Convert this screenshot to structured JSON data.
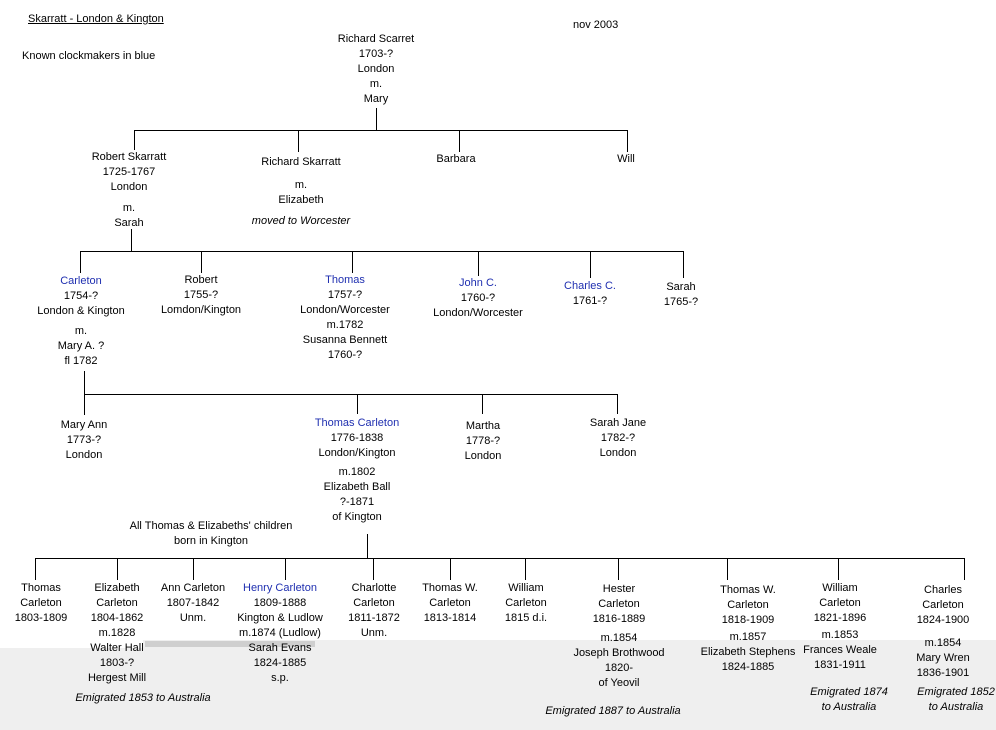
{
  "header": {
    "title": "Skarratt - London & Kington",
    "date": "nov 2003",
    "legend": "Known clockmakers in blue"
  },
  "gen1": {
    "root": {
      "name": "Richard Scarret",
      "dates": "1703-?",
      "place": "London",
      "m": "m.",
      "spouse": "Mary"
    }
  },
  "gen2": {
    "robert": {
      "name": "Robert Skarratt",
      "dates": "1725-1767",
      "place": "London",
      "m": "m.",
      "spouse": "Sarah"
    },
    "richard": {
      "name": "Richard Skarratt",
      "m": "m.",
      "spouse": "Elizabeth",
      "note": "moved to Worcester"
    },
    "barbara": {
      "name": "Barbara"
    },
    "will": {
      "name": "Will"
    }
  },
  "gen3": {
    "carleton": {
      "name": "Carleton",
      "dates": "1754-?",
      "place": "London & Kington",
      "m": "m.",
      "spouse": "Mary A. ?",
      "fl": "fl 1782"
    },
    "robert": {
      "name": "Robert",
      "dates": "1755-?",
      "place": "Lomdon/Kington"
    },
    "thomas": {
      "name": "Thomas",
      "dates": "1757-?",
      "place": "London/Worcester",
      "m": "m.1782",
      "spouse": "Susanna Bennett",
      "spouse_dates": "1760-?"
    },
    "john": {
      "name": "John C.",
      "dates": "1760-?",
      "place": "London/Worcester"
    },
    "charles": {
      "name": "Charles C.",
      "dates": "1761-?"
    },
    "sarah": {
      "name": "Sarah",
      "dates": "1765-?"
    }
  },
  "gen4": {
    "maryann": {
      "name": "Mary Ann",
      "dates": "1773-?",
      "place": "London"
    },
    "thomas": {
      "name": "Thomas Carleton",
      "dates": "1776-1838",
      "place": "London/Kington",
      "m": "m.1802",
      "spouse": "Elizabeth Ball",
      "spouse_dates": "?-1871",
      "spouse_place": "of Kington"
    },
    "martha": {
      "name": "Martha",
      "dates": "1778-?",
      "place": "London"
    },
    "sarahjane": {
      "name": "Sarah Jane",
      "dates": "1782-?",
      "place": "London"
    },
    "note_line1": "All Thomas & Elizabeths' children",
    "note_line2": "born in Kington"
  },
  "gen5": {
    "thomas": {
      "l1": "Thomas",
      "l2": "Carleton",
      "l3": "1803-1809"
    },
    "elizabeth": {
      "l1": "Elizabeth",
      "l2": "Carleton",
      "l3": "1804-1862",
      "l4": "m.1828",
      "l5": "Walter Hall",
      "l6": "1803-?",
      "l7": "Hergest Mill"
    },
    "ann": {
      "l1": "Ann Carleton",
      "l2": "1807-1842",
      "l3": "Unm."
    },
    "henry": {
      "l1": "Henry Carleton",
      "l2": "1809-1888",
      "l3": "Kington & Ludlow",
      "l4": "m.1874 (Ludlow)",
      "l5": "Sarah Evans",
      "l6": "1824-1885",
      "l7": "s.p."
    },
    "charlotte": {
      "l1": "Charlotte",
      "l2": "Carleton",
      "l3": "1811-1872",
      "l4": "Unm."
    },
    "thomasw1": {
      "l1": "Thomas W.",
      "l2": "Carleton",
      "l3": "1813-1814"
    },
    "william1": {
      "l1": "William",
      "l2": "Carleton",
      "l3": "1815 d.i."
    },
    "hester": {
      "l1": "Hester",
      "l2": "Carleton",
      "l3": "1816-1889",
      "l4": "m.1854",
      "l5": "Joseph Brothwood",
      "l6": "1820-",
      "l7": "of Yeovil"
    },
    "thomasw2": {
      "l1": "Thomas W.",
      "l2": "Carleton",
      "l3": "1818-1909",
      "l4": "m.1857",
      "l5": "Elizabeth Stephens",
      "l6": "1824-1885"
    },
    "william2": {
      "l1": "William",
      "l2": "Carleton",
      "l3": "1821-1896",
      "l4": "m.1853",
      "l5": "Frances Weale",
      "l6": "1831-1911"
    },
    "charles": {
      "l1": "Charles",
      "l2": "Carleton",
      "l3": "1824-1900",
      "l4": "m.1854",
      "l5": "Mary Wren",
      "l6": "1836-1901"
    },
    "emig_elizabeth": "Emigrated 1853 to Australia",
    "emig_hester": "Emigrated 1887 to Australia",
    "emig_william_1": "Emigrated 1874",
    "emig_william_2": "to Australia",
    "emig_charles_1": "Emigrated 1852",
    "emig_charles_2": "to Australia"
  },
  "colors": {
    "clockmaker": "#1f2fb0",
    "background": "#ffffff",
    "overlay": "#efefef"
  }
}
